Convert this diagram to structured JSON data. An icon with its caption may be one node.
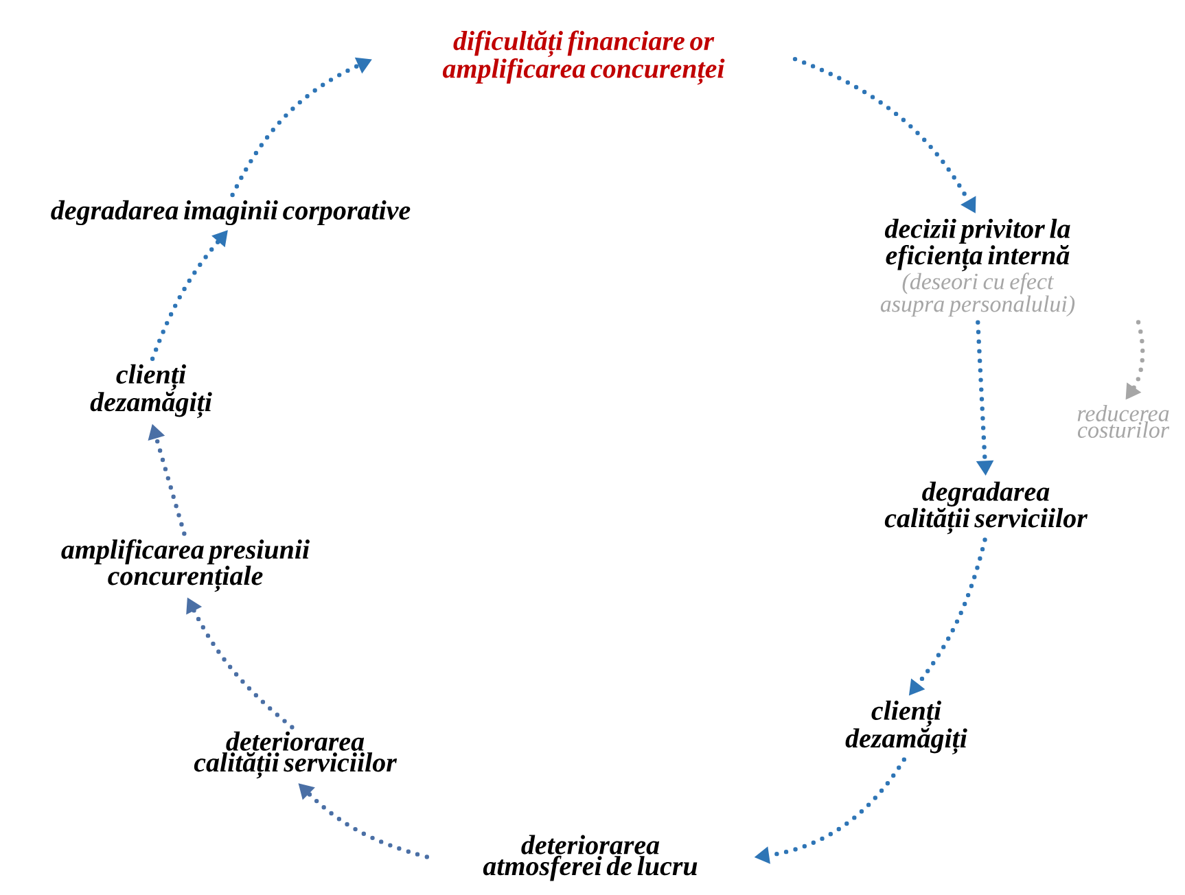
{
  "diagram": {
    "nodes": [
      {
        "text": [
          "dificultăți financiare or amplificarea concurenței"
        ]
      },
      {
        "text": [
          "decizii privitor la eficiența internă",
          "(deseori cu efect asupra personalului)"
        ]
      },
      {
        "text": [
          "reducerea costurilor"
        ]
      },
      {
        "text": [
          "degradarea calității serviciilor"
        ]
      },
      {
        "text": [
          "clienți dezamăgiți"
        ]
      },
      {
        "text": [
          "deteriorarea atmosferei de lucru"
        ]
      },
      {
        "text": [
          "deteriorarea calității serviciilor"
        ]
      },
      {
        "text": [
          "amplificarea presiunii concurențiale"
        ]
      },
      {
        "text": [
          "clienți dezamăgiți"
        ]
      },
      {
        "text": [
          "degradarea imaginii corporative"
        ]
      }
    ],
    "edges": [
      {
        "from": 0,
        "to": 1,
        "arrow": "to"
      },
      {
        "from": 1,
        "to": 2,
        "arrow": "to",
        "color": "#a6a6a6"
      },
      {
        "from": 1,
        "to": 3,
        "arrow": "to"
      },
      {
        "from": 3,
        "to": 4,
        "arrow": "to"
      },
      {
        "from": 4,
        "to": 5,
        "arrow": "to"
      },
      {
        "from": 5,
        "to": 6,
        "arrow": "to",
        "color": "#4a6fa5"
      },
      {
        "from": 6,
        "to": 7,
        "arrow": "to",
        "color": "#4a6fa5"
      },
      {
        "from": 7,
        "to": 8,
        "arrow": "to",
        "color": "#4a6fa5"
      },
      {
        "from": 8,
        "to": 9,
        "arrow": "to"
      },
      {
        "from": 9,
        "to": 0,
        "arrow": "to"
      }
    ]
  }
}
